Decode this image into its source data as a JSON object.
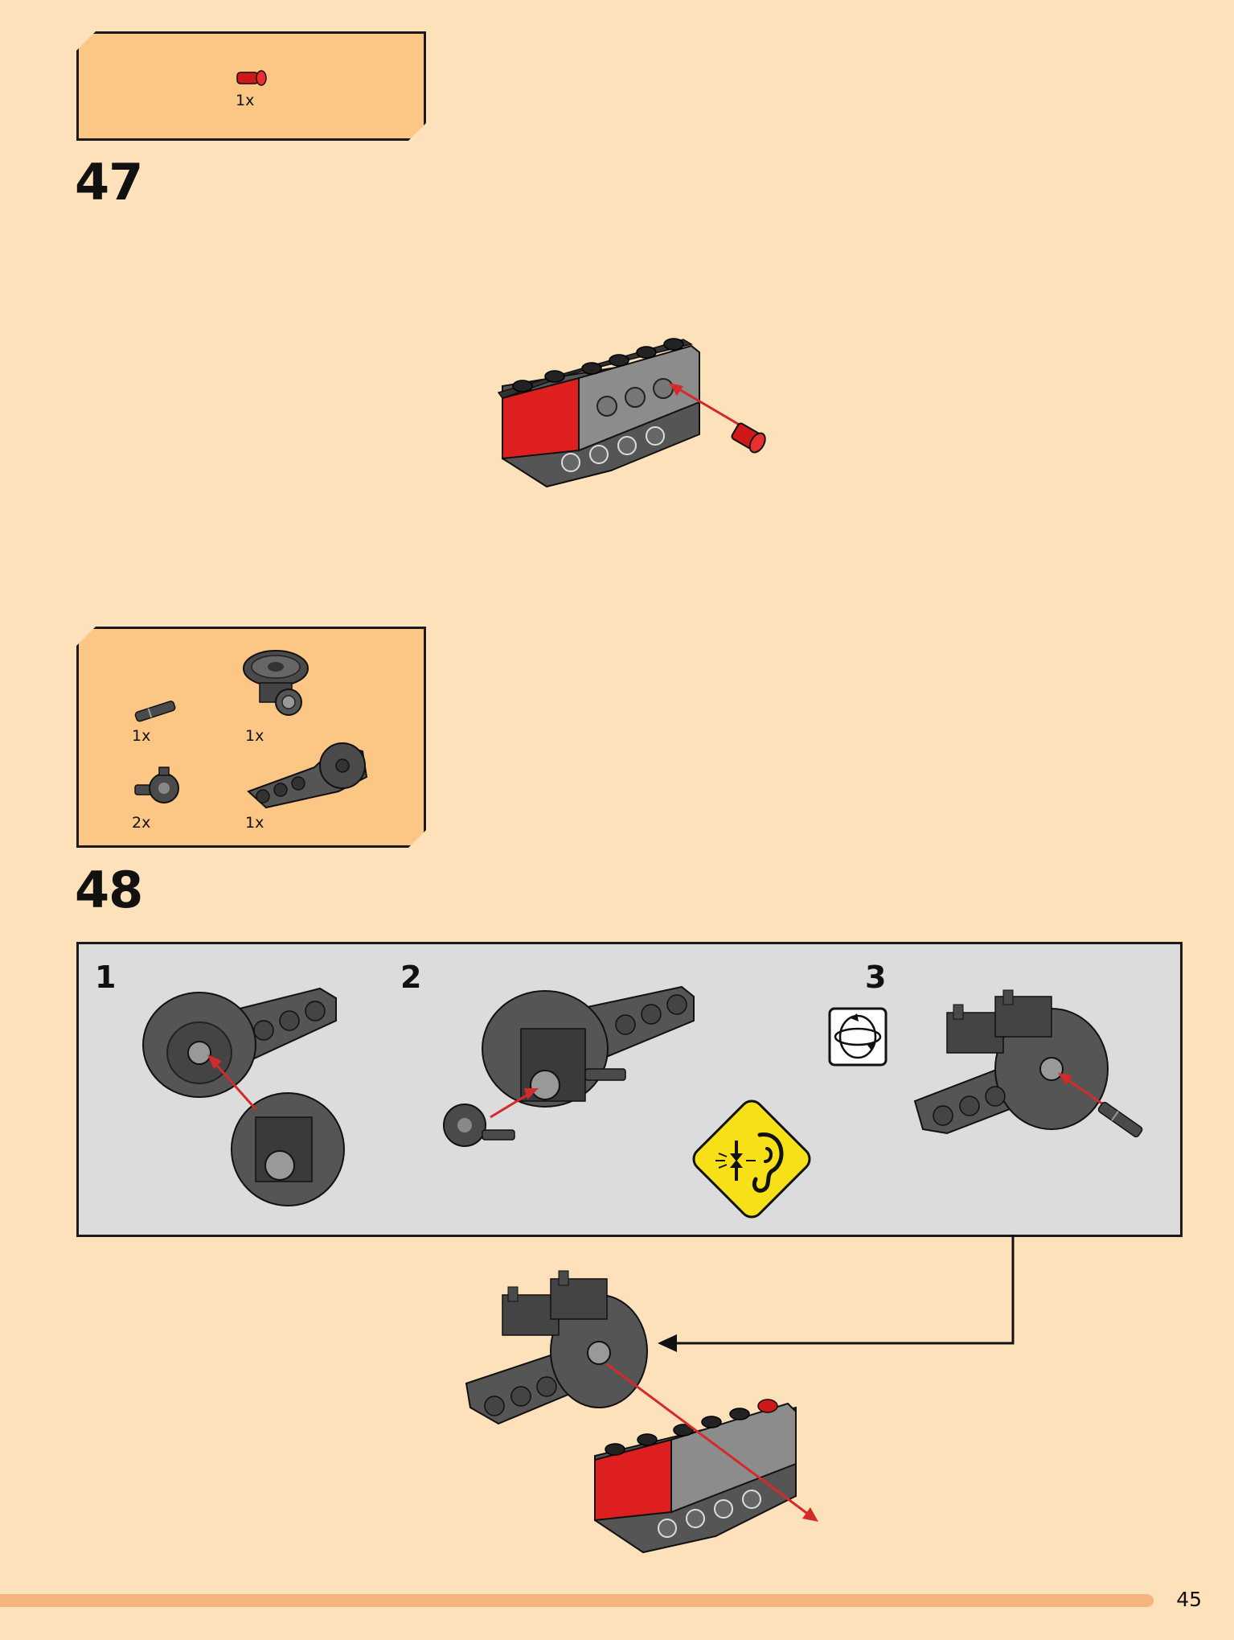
{
  "step47": {
    "number": "47",
    "parts": [
      {
        "name": "red-pin-icon",
        "qty": "1x"
      }
    ]
  },
  "step48": {
    "number": "48",
    "parts": [
      {
        "name": "gray-axle-pin-icon",
        "qty": "1x"
      },
      {
        "name": "turntable-icon",
        "qty": "1x"
      },
      {
        "name": "connector-hub-icon",
        "qty": "2x"
      },
      {
        "name": "beam-with-disc-icon",
        "qty": "1x"
      }
    ],
    "substeps": [
      {
        "label": "1"
      },
      {
        "label": "2"
      },
      {
        "label": "3"
      }
    ],
    "icons": [
      "rotate-model-icon",
      "click-sound-warning-icon"
    ]
  },
  "colors": {
    "page": "#FDE1BA",
    "parts_box": "#FCC785",
    "sub_box": "#DCDCDC",
    "accent_red": "#E01E1E",
    "dark_gray": "#4A4A4A"
  },
  "page": {
    "number": "45"
  }
}
